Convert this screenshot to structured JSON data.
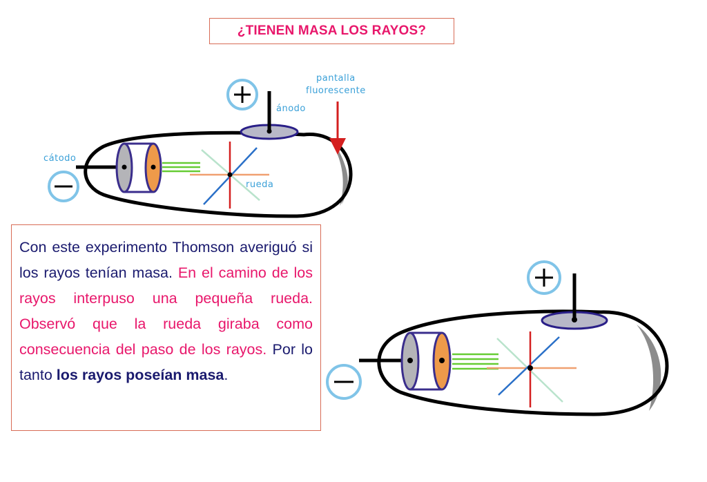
{
  "title": "¿TIENEN MASA LOS RAYOS?",
  "diagram_labels": {
    "screen_line1": "pantalla",
    "screen_line2": "fluorescente",
    "anode": "ánodo",
    "cathode": "cátodo",
    "wheel": "rueda",
    "plus_sign": "+",
    "minus_sign": "−"
  },
  "paragraph": {
    "part1": "Con este experimento Thomson averiguó si los rayos tenían masa. ",
    "part2": "En el camino de los rayos interpuso una pequeña rueda. Observó que la rueda giraba como consecuencia del paso de los rayos. ",
    "part3": "Por lo tanto ",
    "part4": "los rayos poseían masa",
    "part5": "."
  },
  "colors": {
    "title": "#e8176b",
    "body_text": "#1a1a6e",
    "highlight_text": "#e8176b",
    "box_border": "#d86b55",
    "label_blue": "#3aa0d8",
    "electrode_ring": "#80c4e8",
    "anode_disc": "#b8b8c8",
    "cathode_disc_gray": "#b4b4b8",
    "cathode_disc_orange": "#ee9a4a",
    "screen_arrow": "#d41f1f",
    "beam": "#66cc33"
  }
}
